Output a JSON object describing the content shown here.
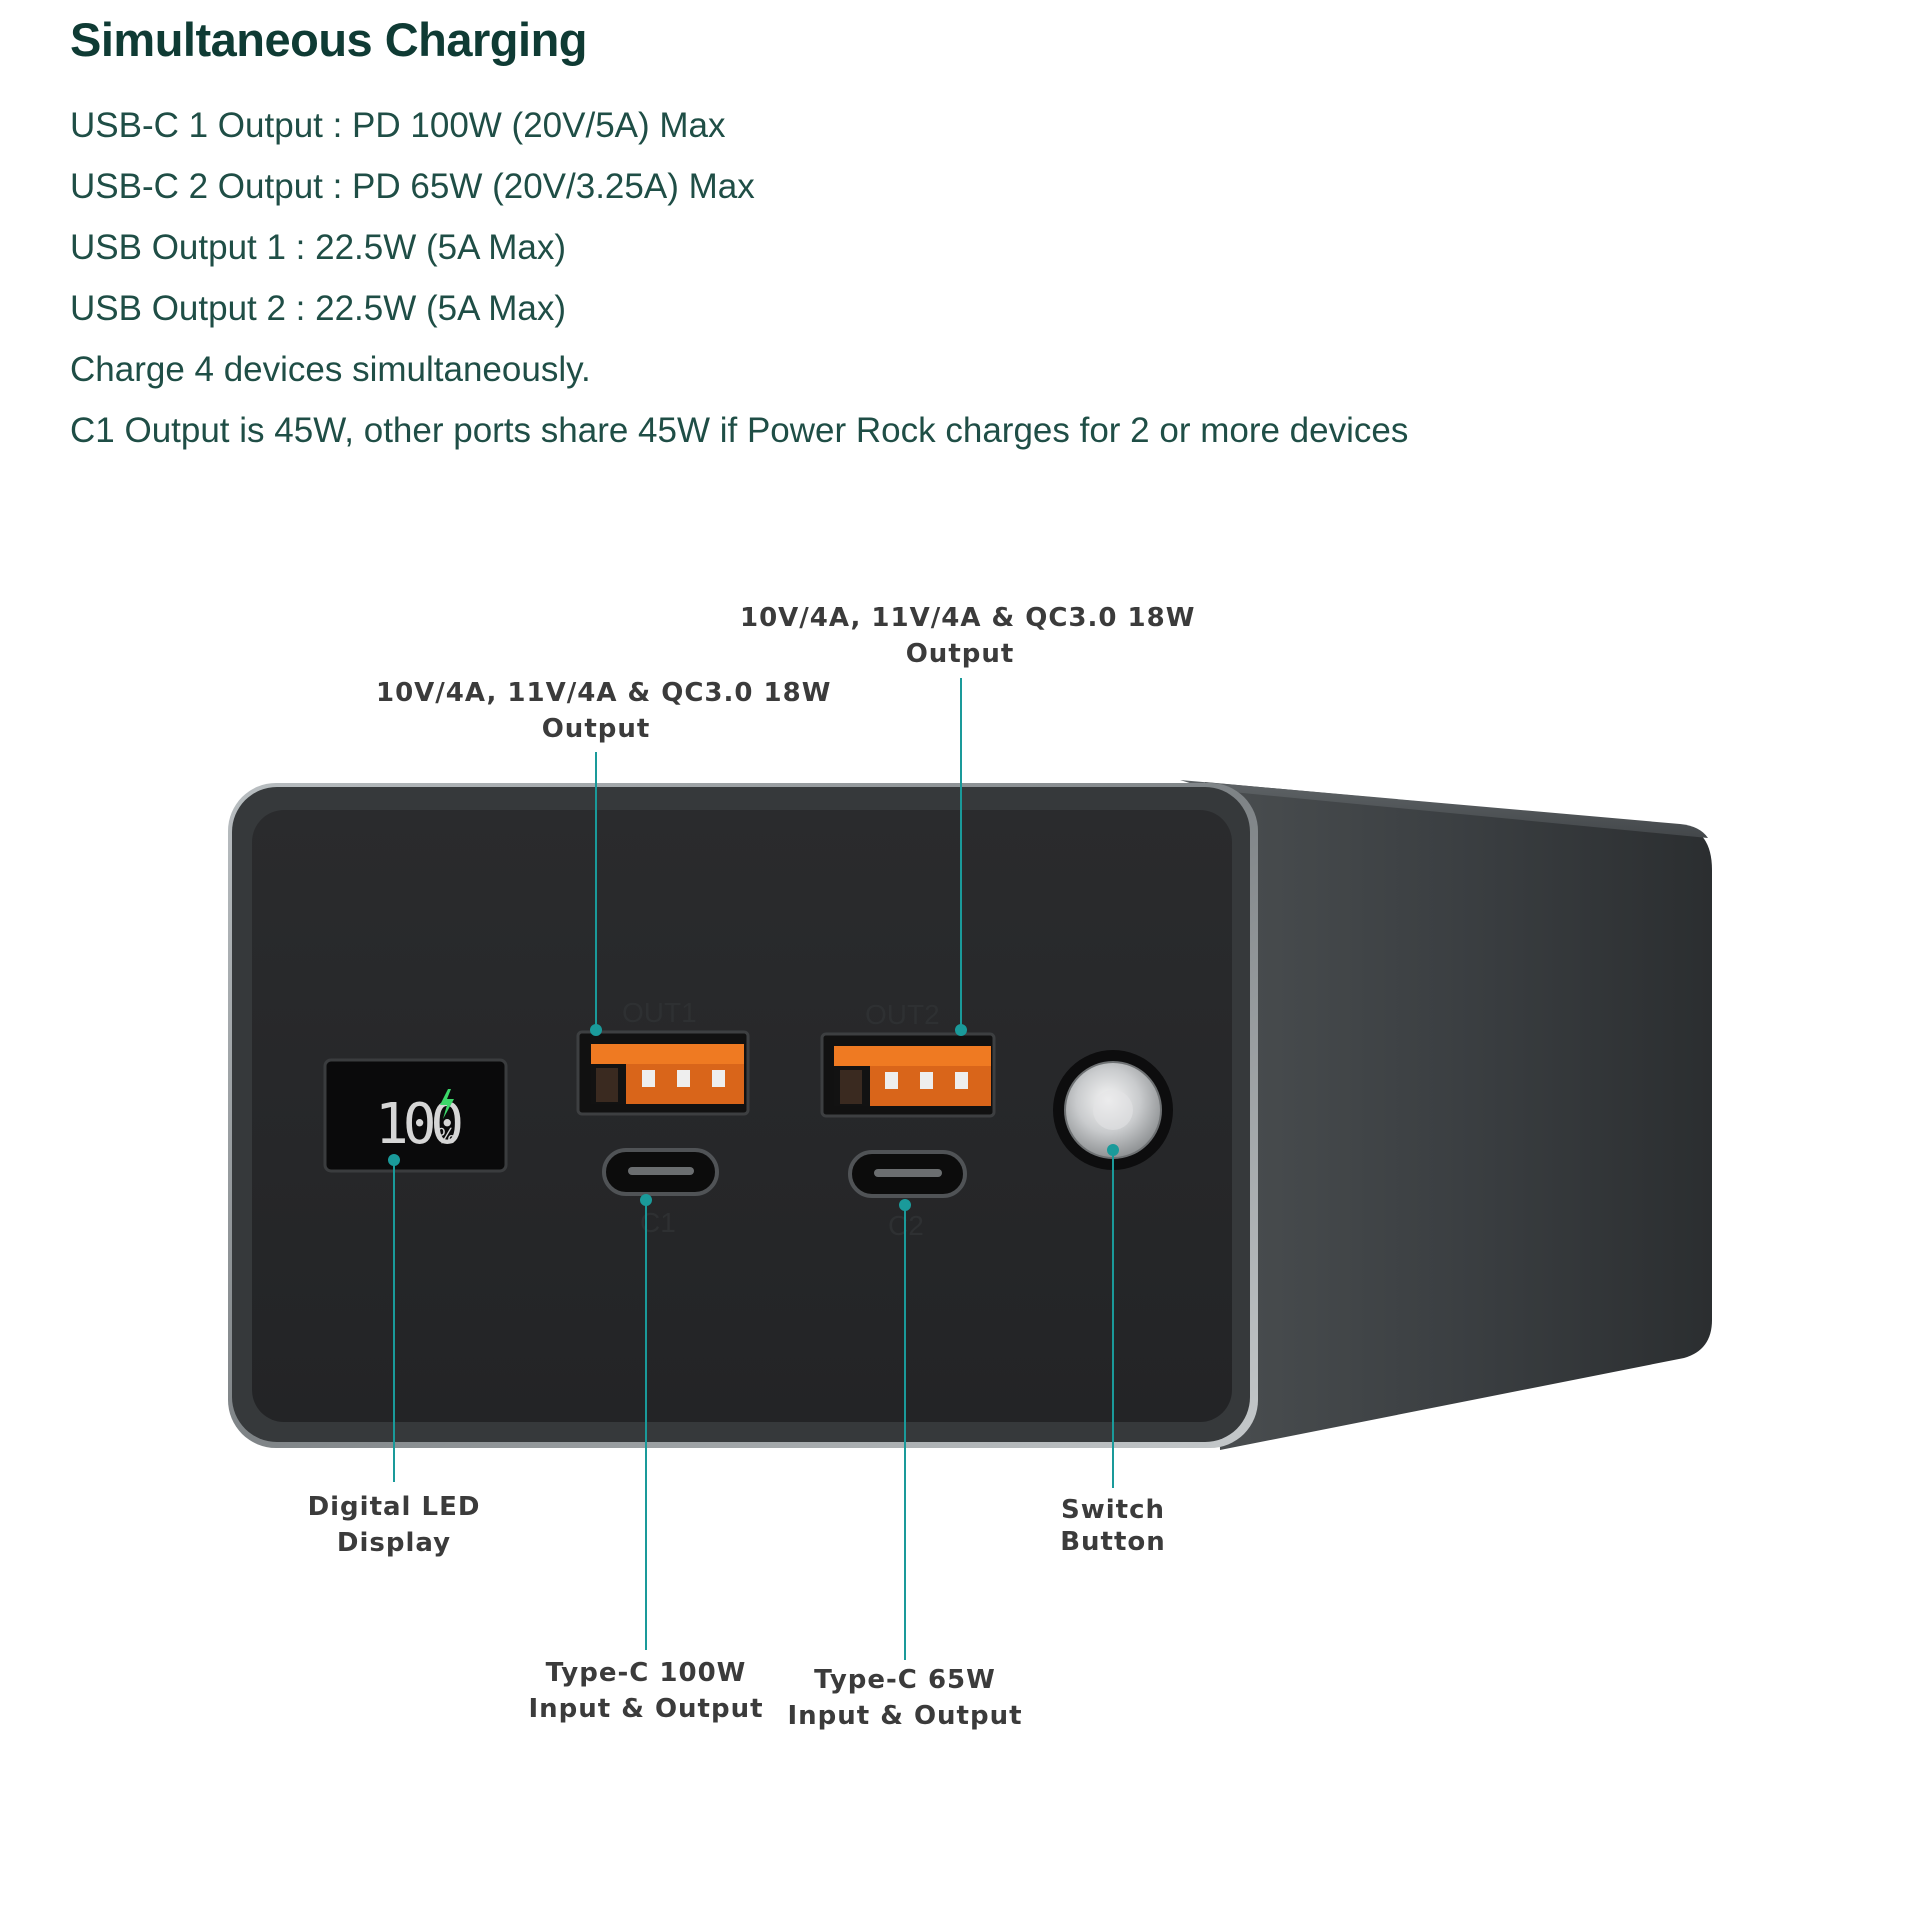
{
  "heading": "Simultaneous Charging",
  "specs": [
    "USB-C 1 Output : PD 100W (20V/5A) Max",
    "USB-C 2 Output : PD 65W (20V/3.25A) Max",
    "USB Output 1 : 22.5W (5A Max)",
    "USB Output 2 : 22.5W (5A Max)",
    "Charge 4 devices simultaneously.",
    "C1 Output is 45W, other ports share 45W if Power Rock charges for 2 or more devices"
  ],
  "colors": {
    "heading": "#0f3b34",
    "body_text": "#1f4e46",
    "callout_line": "#1a9a9a",
    "usb_port": "#ef7a22",
    "led_text": "#d6d6d6",
    "led_bolt": "#3cd86a"
  },
  "device": {
    "display_value": "100",
    "display_unit": "%",
    "port_labels": {
      "out1": "OUT1",
      "out2": "OUT2",
      "c1": "C1",
      "c2": "C2"
    }
  },
  "callouts": {
    "out2": {
      "line1": "10V/4A, 11V/4A & QC3.0 18W",
      "line2": "Output"
    },
    "out1": {
      "line1": "10V/4A, 11V/4A & QC3.0 18W",
      "line2": "Output"
    },
    "led": {
      "line1": "Digital LED",
      "line2": "Display"
    },
    "switch": {
      "line1": "Switch",
      "line2": "Button"
    },
    "c1": {
      "line1": "Type-C 100W",
      "line2": "Input & Output"
    },
    "c2": {
      "line1": "Type-C 65W",
      "line2": "Input & Output"
    }
  }
}
